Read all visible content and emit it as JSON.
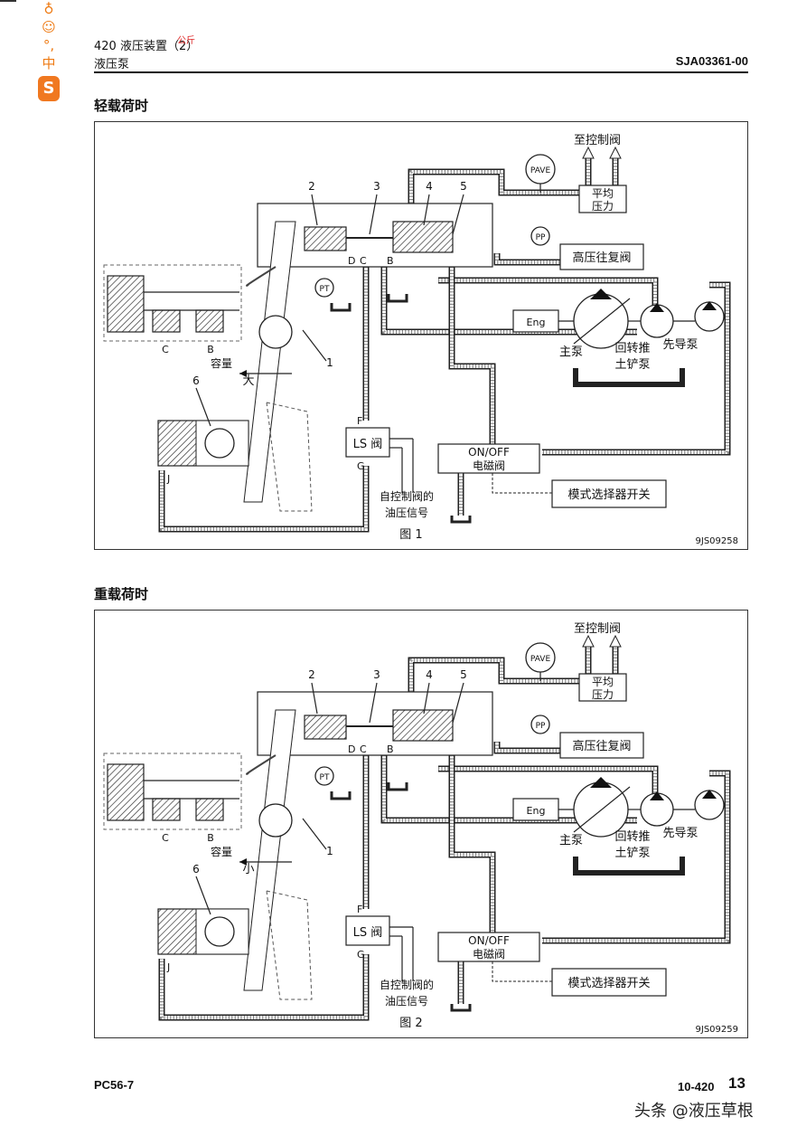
{
  "header": {
    "title_line1": "420 液压装置（2）",
    "title_line2": "液压泵",
    "doc_code": "SJA03361-00",
    "stamp_text": "公斤"
  },
  "ime_toolbar": {
    "icons": [
      "microphone-icon",
      "smile-icon",
      "punctuation-icon",
      "chinese-mode-icon"
    ],
    "mode_label": "中",
    "punct_label": "°,",
    "brand_logo": "S"
  },
  "sections": [
    {
      "title": "轻载荷时",
      "figure_label": "图 1",
      "figure_code": "9JS09258",
      "arrow_word": "大"
    },
    {
      "title": "重载荷时",
      "figure_label": "图 2",
      "figure_code": "9JS09259",
      "arrow_word": "小"
    }
  ],
  "diagram_labels": {
    "to_control_valve": "至控制阀",
    "pave": "PAVE",
    "pp": "PP",
    "pt": "PT",
    "avg_pressure_1": "平均",
    "avg_pressure_2": "压力",
    "hp_shuttle_valve": "高压往复阀",
    "eng": "Eng",
    "main_pump": "主泵",
    "swing_1": "回转推",
    "swing_2": "土铲泵",
    "pilot_pump": "先导泵",
    "ls_valve": "LS 阀",
    "onoff_1": "ON/OFF",
    "onoff_2": "电磁阀",
    "mode_switch": "模式选择器开关",
    "signal_1": "自控制阀的",
    "signal_2": "油压信号",
    "capacity": "容量",
    "port_c": "C",
    "port_b": "B",
    "port_d": "D",
    "port_f": "F",
    "port_g": "G",
    "port_j": "J",
    "num_1": "1",
    "num_2": "2",
    "num_3": "3",
    "num_4": "4",
    "num_5": "5",
    "num_6": "6"
  },
  "footer": {
    "model": "PC56-7",
    "page_code": "10-420",
    "page_number": "13",
    "watermark": "头条 @液压草根"
  }
}
